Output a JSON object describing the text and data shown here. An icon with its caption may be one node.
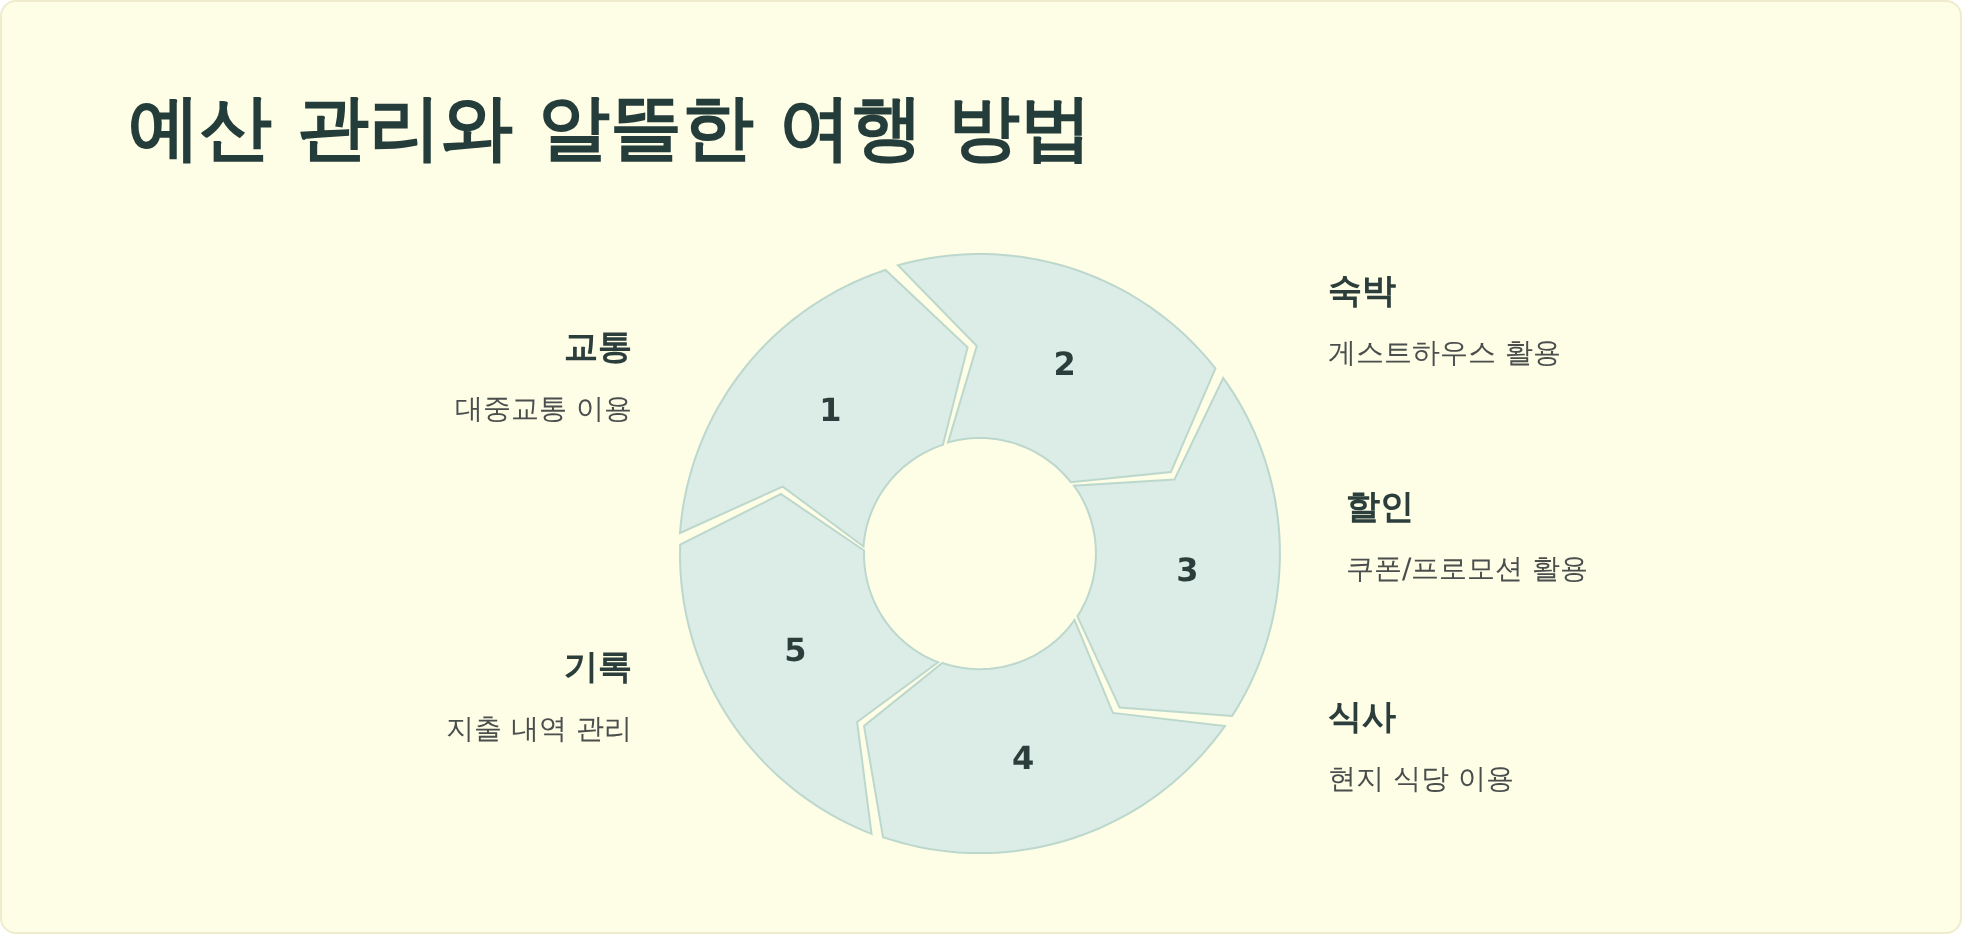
{
  "diagram": {
    "title": "예산 관리와 알뜰한 여행 방법",
    "nodes": [
      {
        "text": [
          "1"
        ],
        "beside": [
          "교통",
          "대중교통 이용"
        ]
      },
      {
        "text": [
          "2"
        ],
        "beside": [
          "숙박",
          "게스트하우스 활용"
        ]
      },
      {
        "text": [
          "3"
        ],
        "beside": [
          "할인",
          "쿠폰/프로모션 활용"
        ]
      },
      {
        "text": [
          "4"
        ],
        "beside": [
          "식사",
          "현지 식당 이용"
        ]
      },
      {
        "text": [
          "5"
        ],
        "beside": [
          "기록",
          "지출 내역 관리"
        ]
      }
    ]
  }
}
